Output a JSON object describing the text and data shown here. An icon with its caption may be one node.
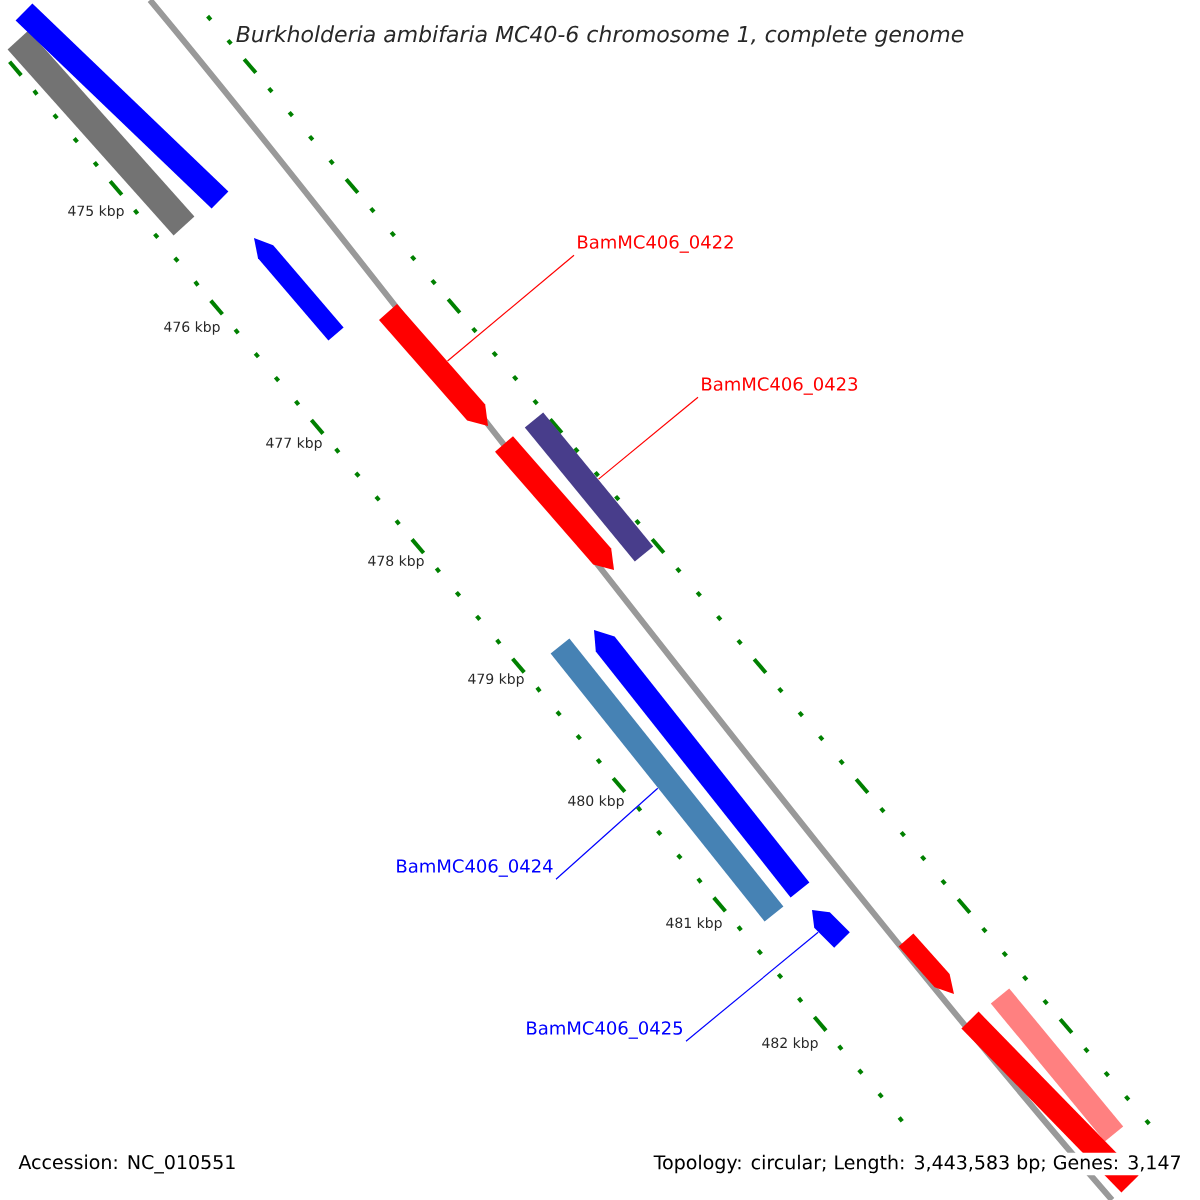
{
  "diagram": {
    "title": "Burkholderia ambifaria MC40-6 chromosome 1, complete genome",
    "nodes": [
      {
        "text": [
          "BamMC406_0422"
        ]
      },
      {
        "text": [
          "BamMC406_0423"
        ]
      },
      {
        "text": [
          "BamMC406_0424"
        ]
      },
      {
        "text": [
          "BamMC406_0425"
        ]
      },
      {
        "text": [],
        "shape": "bar"
      },
      {
        "text": [],
        "shape": "bar"
      },
      {
        "text": [],
        "shape": "bar"
      },
      {
        "text": [],
        "shape": "bar"
      },
      {
        "text": [],
        "shape": "bar"
      },
      {
        "text": [],
        "shape": "bar"
      },
      {
        "text": [],
        "shape": "bar"
      },
      {
        "text": [],
        "shape": "bar"
      },
      {
        "text": [],
        "shape": "bar"
      },
      {
        "text": [],
        "shape": "bar"
      },
      {
        "text": [],
        "shape": "bar"
      },
      {
        "text": [],
        "shape": "bar"
      }
    ],
    "edges": [
      {
        "from": 0,
        "to": 7,
        "arrow": "none",
        "color": "#ff0000"
      },
      {
        "from": 1,
        "to": 8,
        "arrow": "none",
        "color": "#ff0000"
      },
      {
        "from": 2,
        "to": 10,
        "arrow": "none",
        "color": "#0000ff"
      },
      {
        "from": 3,
        "to": 12,
        "arrow": "none",
        "color": "#0000ff"
      }
    ],
    "labels": [
      "475 kbp",
      "476 kbp",
      "477 kbp",
      "478 kbp",
      "479 kbp",
      "480 kbp",
      "481 kbp",
      "482 kbp",
      "Accession: NC_010551",
      "Topology: circular; Length: 3,443,583 bp; Genes: 3,147"
    ]
  }
}
